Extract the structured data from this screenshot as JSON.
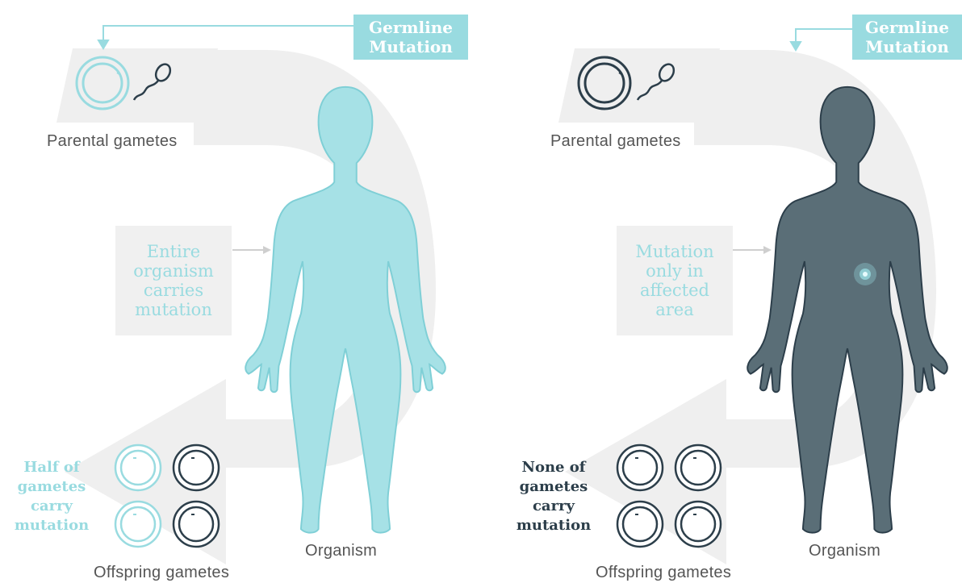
{
  "colors": {
    "teal": "#99dbe0",
    "dark": "#2c3e4a",
    "arrow_bg": "#efefef",
    "body_dark": "#5a6e77"
  },
  "left": {
    "tag": "Germline\nMutation",
    "parental_label": "Parental gametes",
    "box_text": "Entire\norganism\ncarries\nmutation",
    "side_text": "Half of\ngametes\ncarry\nmutation",
    "offspring_label": "Offspring gametes",
    "organism_label": "Organism",
    "offspring_mutated": [
      true,
      false,
      true,
      false
    ]
  },
  "right": {
    "tag": "Germline\nMutation",
    "parental_label": "Parental gametes",
    "box_text": "Mutation\nonly in\naffected\narea",
    "side_text": "None of\ngametes\ncarry\nmutation",
    "offspring_label": "Offspring gametes",
    "organism_label": "Organism",
    "offspring_mutated": [
      false,
      false,
      false,
      false
    ]
  }
}
